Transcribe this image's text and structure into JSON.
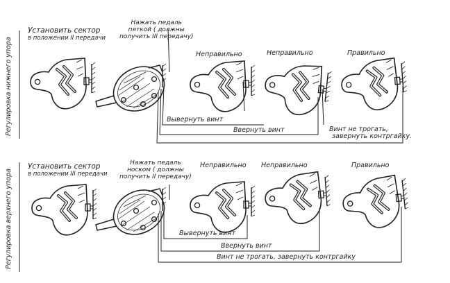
{
  "side_labels": {
    "lower": "Регулировка нижнего упора",
    "upper": "Регулировка верхнего упора"
  },
  "lower_row": {
    "set_sector": [
      "Установить сектор",
      "в положении II передачи"
    ],
    "press_pedal": [
      "Нажать педаль",
      "пяткой ( должны",
      "получить III передачу)"
    ],
    "wrong_1": "Неправильно",
    "wrong_2": "Неправильно",
    "correct": "Правильно",
    "unscrew": "Вывернуть винт",
    "screw_in": "Ввернуть винт",
    "dont_touch": [
      "Винт не трогать,",
      "завернуть контргайку."
    ]
  },
  "upper_row": {
    "set_sector": [
      "Установить сектор",
      "в положении III передачи"
    ],
    "press_pedal": [
      "Нажать педаль",
      "носком ( должны",
      "получить II передачу)"
    ],
    "wrong_1": "Неправильно",
    "wrong_2": "Неправильно",
    "correct": "Правильно",
    "unscrew": "Вывернуть винт",
    "screw_in": "Ввернуть винт",
    "dont_touch": "Винт не трогать, завернуть контргайку"
  },
  "colors": {
    "ink": "#1e1e1e",
    "paper": "#ffffff"
  }
}
